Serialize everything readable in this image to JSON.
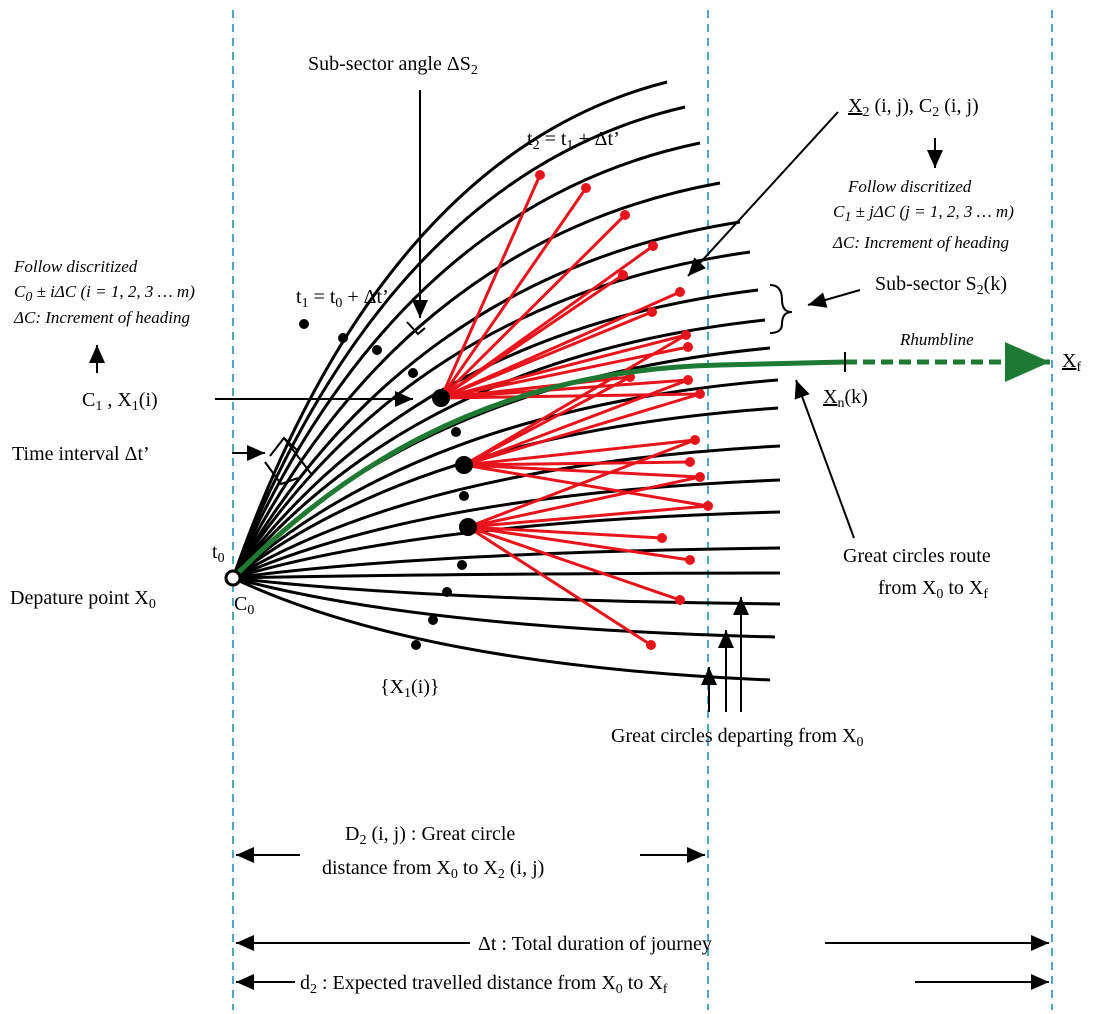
{
  "labels": {
    "subsector_angle": "Sub-sector angle ΔS",
    "subsector_angle_sub": "2",
    "t2_main": "t",
    "t2_sub": "2",
    "t2_rest": " = t",
    "t2_sub1": "1",
    "t2_tail": " + Δt’",
    "t1_main": "t",
    "t1_sub": "1",
    "t1_rest": " = t",
    "t1_sub0": "0",
    "t1_tail": " + Δt’",
    "x2_label": "X",
    "x2_sub": "2",
    "x2_tail": " (i, j), C",
    "x2_csub": "2",
    "x2_end": " (i, j)",
    "follow_right_1": "Follow discritized",
    "follow_right_2": "C",
    "follow_right_2_sub": "1",
    "follow_right_2_tail": " ± jΔC (j = 1, 2, 3 … m)",
    "follow_right_3": "ΔC: Increment of heading",
    "follow_left_1": "Follow discritized",
    "follow_left_2": "C",
    "follow_left_2_sub": "0",
    "follow_left_2_tail": " ± iΔC (i = 1, 2, 3 … m)",
    "follow_left_3": "ΔC: Increment of heading",
    "subsector": "Sub-sector  S",
    "subsector_sub": "2",
    "subsector_tail": "(k)",
    "rhumbline": "Rhumbline",
    "xf": "X",
    "xf_sub": "f",
    "c1x1": "C",
    "c1x1_sub": "1",
    "c1x1_mid": " ,  X",
    "c1x1_sub2": "1",
    "c1x1_tail": "(i)",
    "xn": "X",
    "xn_sub": "n",
    "xn_tail": "(k)",
    "time_interval": "Time interval  Δt’",
    "t0": "t",
    "t0_sub": "0",
    "departure": "Depature point  X",
    "departure_sub": "0",
    "c0": "C",
    "c0_sub": "0",
    "gc_route_1": "Great circles route",
    "gc_route_2": "from X",
    "gc_route_2_sub": "0",
    "gc_route_2_mid": " to X",
    "gc_route_2_sub2": "f",
    "x1set": "{X",
    "x1set_sub": "1",
    "x1set_tail": "(i)}",
    "gc_depart": "Great circles departing from X",
    "gc_depart_sub": "0",
    "d2_line1": "D",
    "d2_line1_sub": "2",
    "d2_line1_tail": " (i, j) : Great circle",
    "d2_line2": "distance from X",
    "d2_line2_sub": "0",
    "d2_line2_mid": " to X",
    "d2_line2_sub2": "2",
    "d2_line2_tail": " (i, j)",
    "dt_total": "Δt : Total duration of journey",
    "d2_expected": "d",
    "d2_expected_sub": "2",
    "d2_expected_tail": " : Expected travelled distance from X",
    "d2_expected_sub2": "0",
    "d2_expected_mid": " to X",
    "d2_expected_sub3": "f"
  },
  "colors": {
    "curve": "#000000",
    "branch": "#e8141c",
    "route": "#1e7a32",
    "guide": "#4aa8c8"
  }
}
